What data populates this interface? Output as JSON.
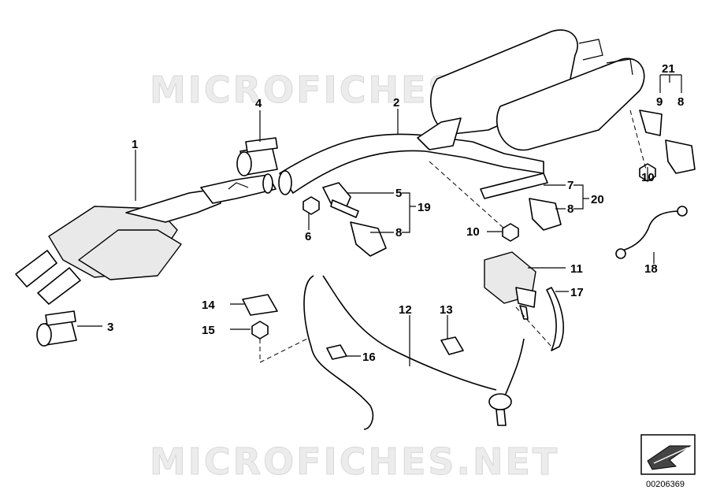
{
  "watermark": {
    "top": "MICROFICHES.NET",
    "bottom": "MICROFICHES.NET"
  },
  "diagram_code": "00206369",
  "callouts": {
    "c1": "1",
    "c2": "2",
    "c3": "3",
    "c4": "4",
    "c5": "5",
    "c6": "6",
    "c7": "7",
    "c8a": "8",
    "c8b": "8",
    "c8c": "8",
    "c9": "9",
    "c10a": "10",
    "c10b": "10",
    "c11": "11",
    "c12": "12",
    "c13": "13",
    "c14": "14",
    "c15": "15",
    "c16": "16",
    "c17": "17",
    "c18": "18",
    "c19": "19",
    "c20": "20",
    "c21": "21"
  }
}
